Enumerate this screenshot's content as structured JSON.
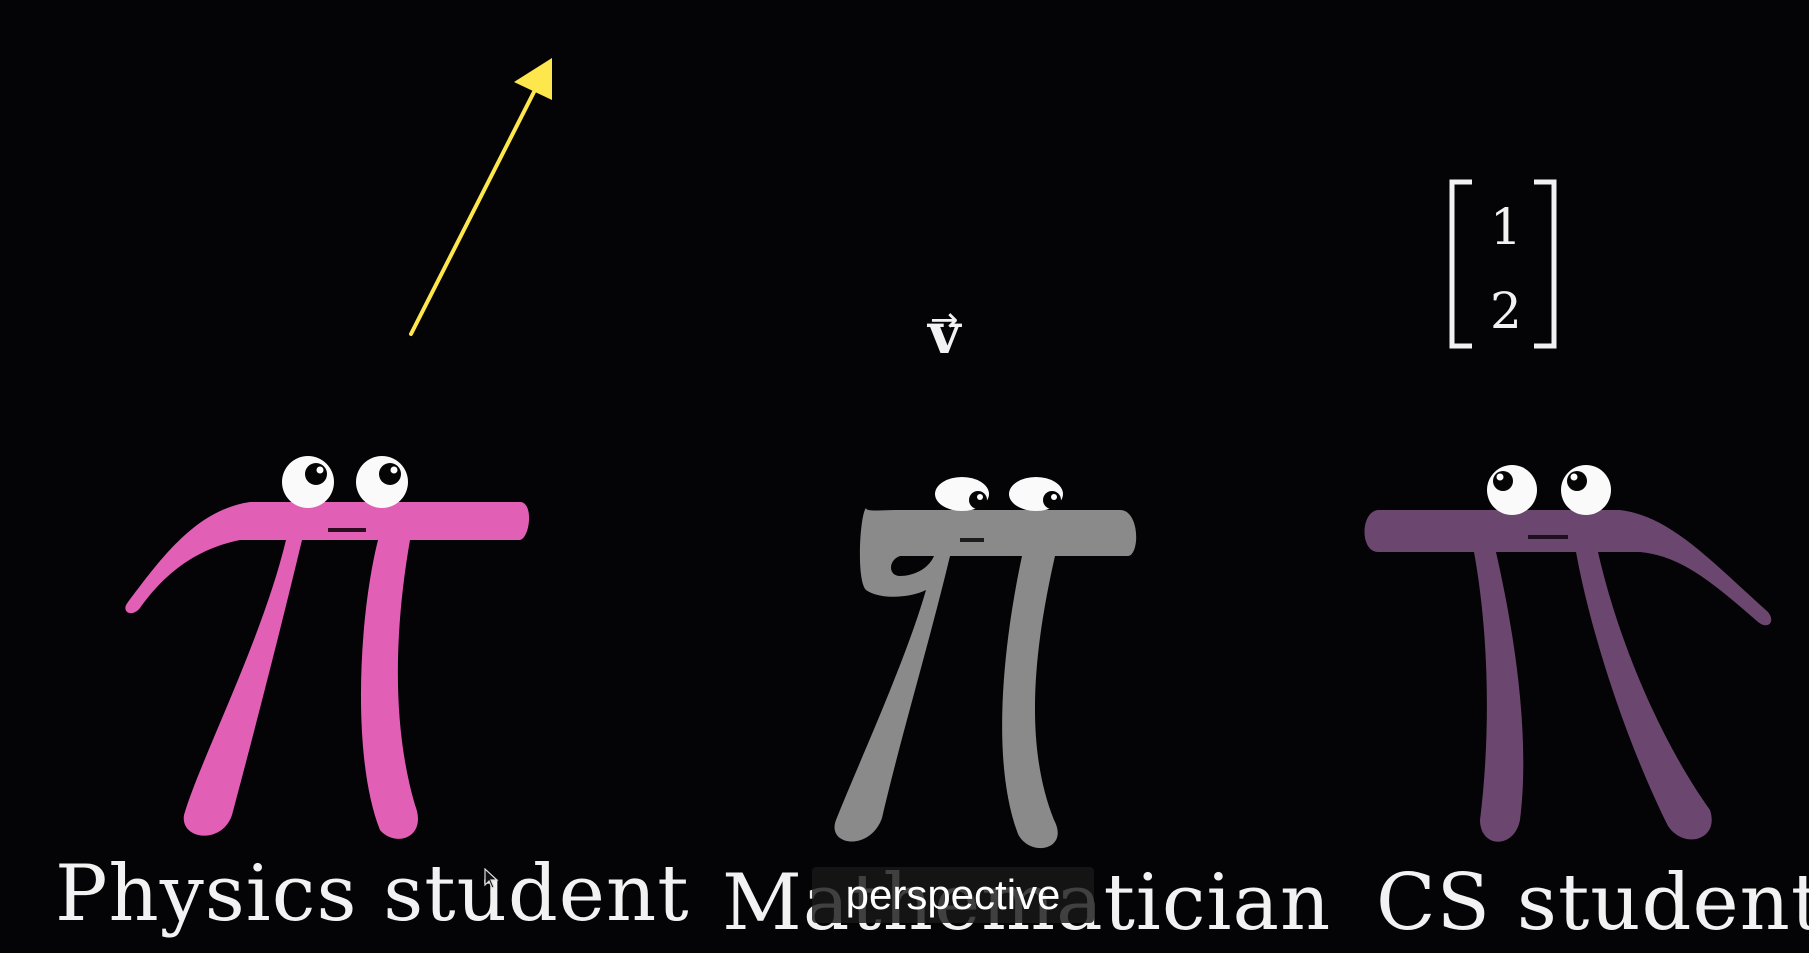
{
  "characters": [
    {
      "id": "physics",
      "label": "Physics student",
      "color": "#e25fb6",
      "gaze": "up-right"
    },
    {
      "id": "math",
      "label": "Mathematician",
      "color": "#8a8a8a",
      "gaze": "down-right"
    },
    {
      "id": "cs",
      "label": "CS student",
      "color": "#6b466f",
      "gaze": "up-left"
    }
  ],
  "physics_arrow_color": "#fde74c",
  "math_symbol": "v",
  "math_arrow": "→",
  "cs_vector": [
    "1",
    "2"
  ],
  "caption": "perspective",
  "background": "#040305"
}
